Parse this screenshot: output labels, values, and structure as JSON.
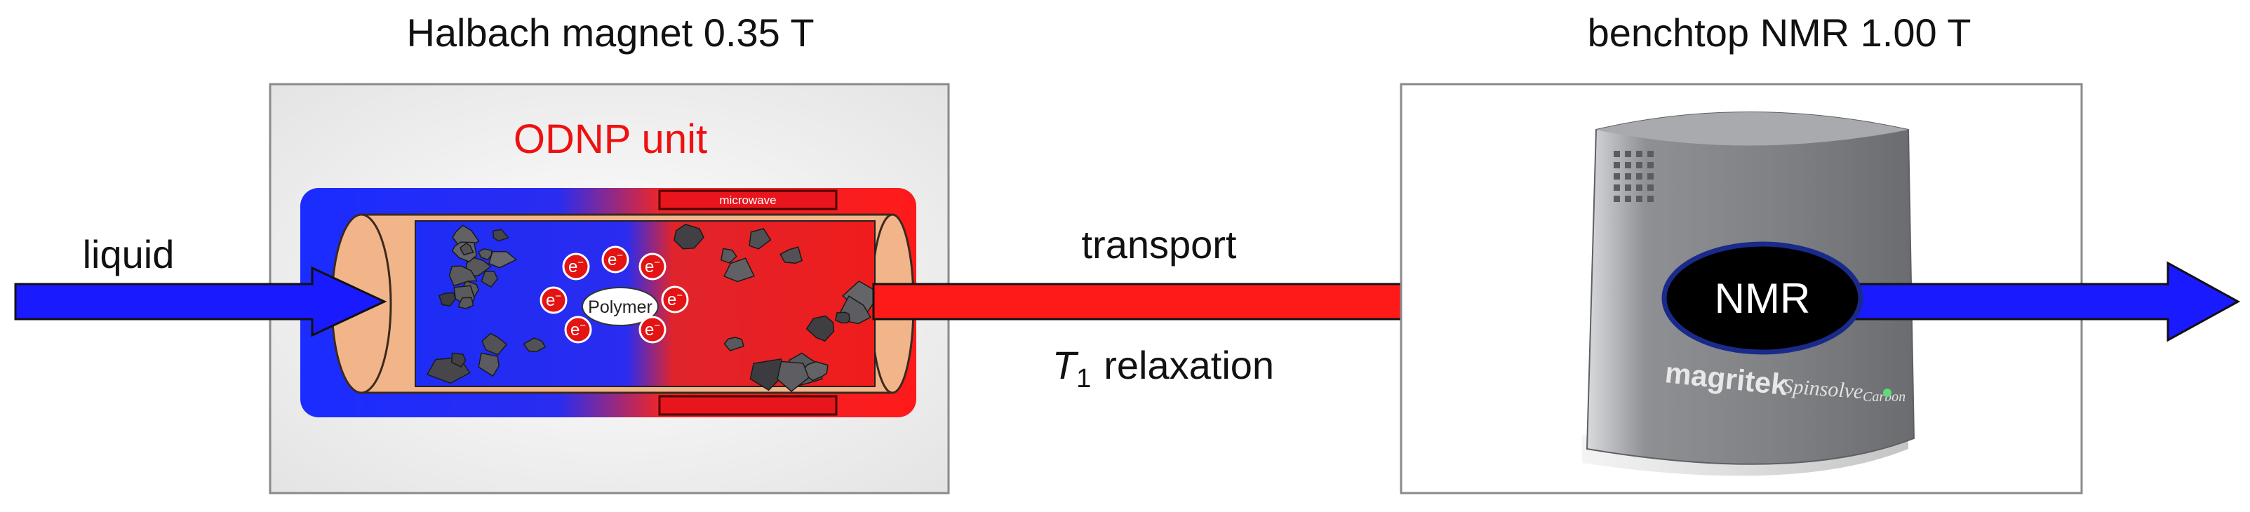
{
  "left_box": {
    "heading": "Halbach magnet 0.35 T",
    "unit_label": "ODNP unit",
    "microwave_label": "microwave"
  },
  "cartridge": {
    "polymer_label": "Polymer",
    "electron_label": "e",
    "electron_charge": "−"
  },
  "inlet": {
    "label": "liquid"
  },
  "transport": {
    "label": "transport",
    "relax_symbol": "T",
    "relax_subscript": "1",
    "relax_text": "relaxation"
  },
  "right_box": {
    "heading": "benchtop NMR 1.00 T",
    "nmr_label": "NMR",
    "brand": "magritek",
    "model": "Spinsolve",
    "model_sub": "Carbon"
  },
  "colors": {
    "blue": "#1a1aff",
    "red": "#ff1a1a",
    "accent_red": "#ee1111",
    "tube": "#f2b58a",
    "device": "#8f9194"
  }
}
